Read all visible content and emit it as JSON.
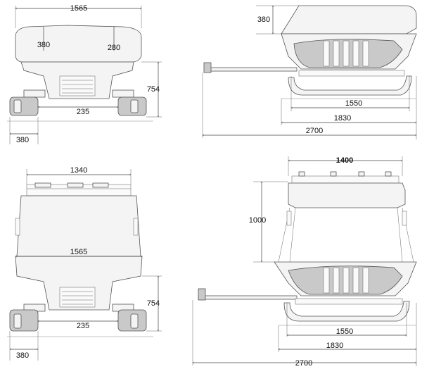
{
  "views": {
    "front_closed": {
      "overall_width": "1565",
      "left_offset": "380",
      "right_offset": "280",
      "height": "754",
      "track_gap": "235",
      "ski_width": "380"
    },
    "side_closed": {
      "lid_height": "380",
      "ski_length": "1550",
      "body_length": "1830",
      "total_length": "2700"
    },
    "front_open": {
      "rack_width": "1340",
      "overall_width": "1565",
      "height": "754",
      "track_gap": "235",
      "ski_width": "380"
    },
    "side_open": {
      "rack_width": "1400",
      "open_height": "1000",
      "ski_length": "1550",
      "body_length": "1830",
      "total_length": "2700"
    }
  }
}
